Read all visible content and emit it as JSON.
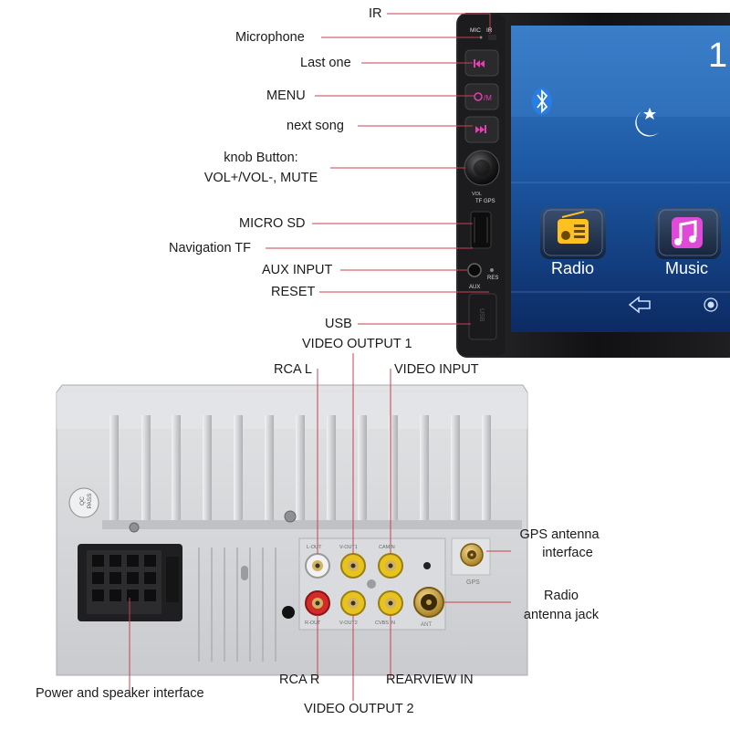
{
  "labels": {
    "ir": "IR",
    "microphone": "Microphone",
    "last_one": "Last one",
    "menu": "MENU",
    "next_song": "next song",
    "knob_line1": "knob Button:",
    "knob_line2": "VOL+/VOL-, MUTE",
    "micro_sd": "MICRO SD",
    "navigation_tf": "Navigation TF",
    "aux_input": "AUX INPUT",
    "reset": "RESET",
    "usb": "USB",
    "video_output_1": "VIDEO OUTPUT 1",
    "rca_l": "RCA L",
    "video_input": "VIDEO INPUT",
    "gps_line1": "GPS antenna",
    "gps_line2": "interface",
    "radio_line1": "Radio",
    "radio_line2": "antenna jack",
    "power_speaker": "Power and speaker interface",
    "rca_r": "RCA R",
    "rearview_in": "REARVIEW IN",
    "video_output_2": "VIDEO OUTPUT 2"
  },
  "panel_marks": {
    "mic": "MIC",
    "ir": "IR",
    "tf_gps": "TF GPS",
    "vol": "VOL",
    "res": "RES",
    "aux": "AUX",
    "usb": "USB"
  },
  "screen": {
    "clock_digit": "1",
    "tile_radio": "Radio",
    "tile_music": "Music"
  },
  "rear_marks": {
    "qc_line1": "QC",
    "qc_line2": "PASS",
    "gps": "GPS",
    "ant": "ANT",
    "l_out": "L-OUT",
    "v_out1": "V-OUT1",
    "cam": "CAMIN",
    "r_out": "R-OUT",
    "v_out2": "V-OUT2",
    "cvbs_in": "CVBS IN"
  },
  "colors": {
    "screen_top": "#2f6fb8",
    "screen_bottom": "#0d2c66",
    "tile_radio": "#ffc11f",
    "tile_music": "#e04ad8",
    "leader_line": "#c8414e",
    "chassis": "#d4d6d8",
    "rca_yellow": "#e8c21e",
    "rca_red": "#d32a2a",
    "rca_white": "#f2f2f2"
  }
}
